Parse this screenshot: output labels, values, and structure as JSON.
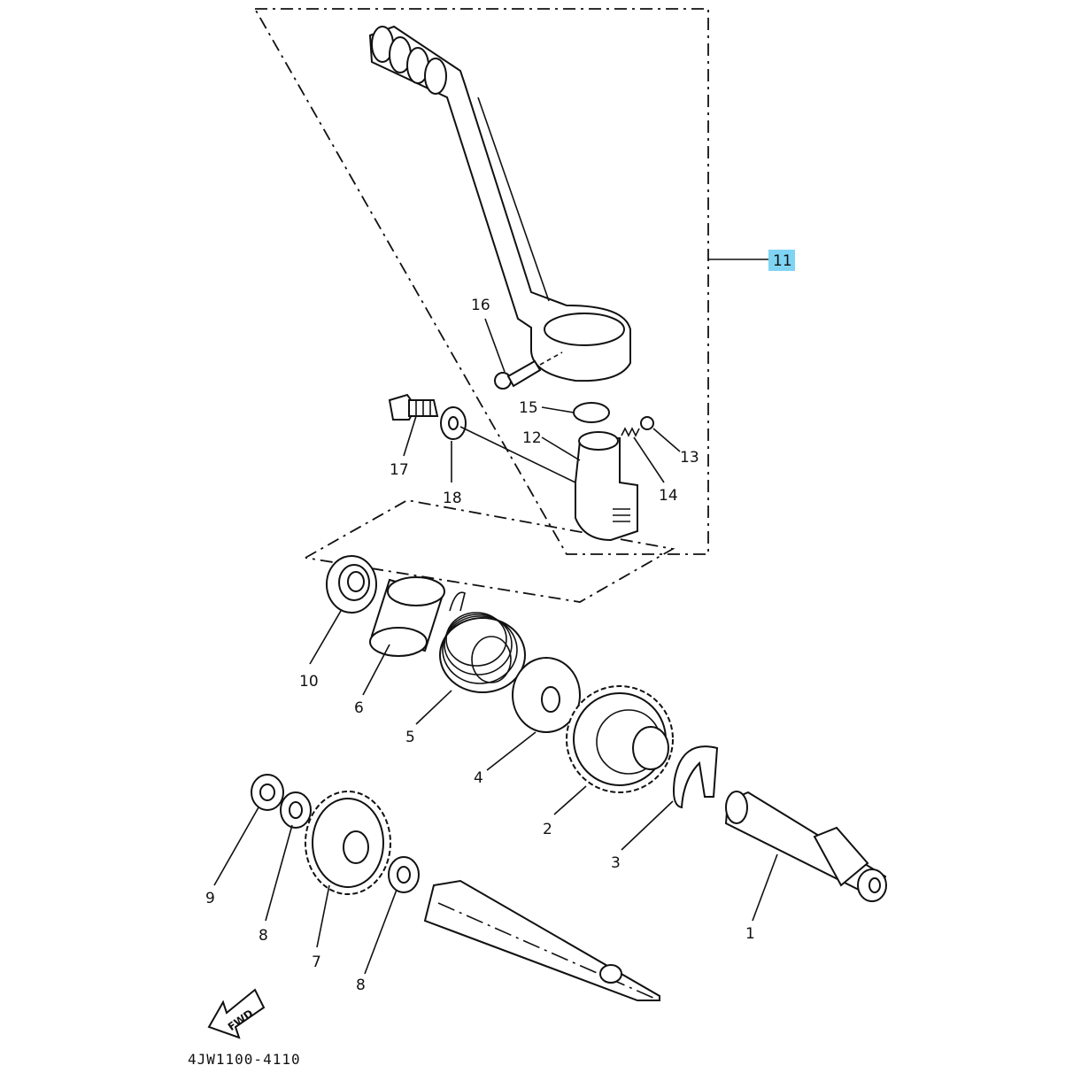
{
  "diagram": {
    "assembly_label": "11",
    "highlight_color": "#7fd4f4",
    "drawing_code": "4JW1100-4110",
    "direction_arrow_text": "FWD",
    "callouts": [
      {
        "id": "c1",
        "text": "1"
      },
      {
        "id": "c2",
        "text": "2"
      },
      {
        "id": "c3",
        "text": "3"
      },
      {
        "id": "c4",
        "text": "4"
      },
      {
        "id": "c5",
        "text": "5"
      },
      {
        "id": "c6",
        "text": "6"
      },
      {
        "id": "c7",
        "text": "7"
      },
      {
        "id": "c8a",
        "text": "8"
      },
      {
        "id": "c8b",
        "text": "8"
      },
      {
        "id": "c9",
        "text": "9"
      },
      {
        "id": "c10",
        "text": "10"
      },
      {
        "id": "c12",
        "text": "12"
      },
      {
        "id": "c13",
        "text": "13"
      },
      {
        "id": "c14",
        "text": "14"
      },
      {
        "id": "c15",
        "text": "15"
      },
      {
        "id": "c16",
        "text": "16"
      },
      {
        "id": "c17",
        "text": "17"
      },
      {
        "id": "c18",
        "text": "18"
      }
    ]
  }
}
